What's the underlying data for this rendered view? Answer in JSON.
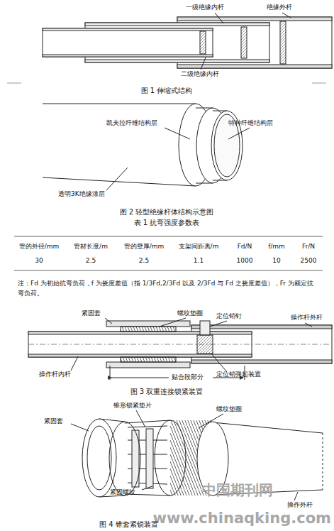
{
  "diagram": {
    "labels": [
      "一级绝缘内杆",
      "绝缘外杆",
      "二级绝缘内杆",
      "图 1 伸缩式结构",
      "凯夫拉纤维结构层",
      "特种纤维结构层",
      "透明3K绝缘漆层",
      "图 2 轻型绝缘杆体结构示意图",
      "表 1 抗弯强度参数表",
      "管的外径/mm",
      "管材长度/m",
      "管的壁厚/mm",
      "支架间距离/m",
      "Fd/N",
      "f/mm",
      "Fr/N",
      "30",
      "2.5",
      "2.5",
      "1.1",
      "1000",
      "10",
      "2500",
      "注：Fd 为初始抗弯负荷，f 为挠度差值（指 1/3Fd,2/3Fd 以及 2/3Fd 与 Fd 之挠度差值），Fr 为额定抗弯负荷。",
      "紧固套",
      "螺纹垫圈",
      "定位销钉",
      "操作杆外杆",
      "操作杆内杆",
      "贴合段部分",
      "定位销弹起装置",
      "图 3 双重连接锁紧装置",
      "锥形锁紧垫片",
      "螺纹垫圈",
      "紧固套",
      "紧固螺纹",
      "操作外杆",
      "中国期刊网",
      "www.chinaqking.com",
      "图 4 锥套紧锁装置"
    ]
  }
}
